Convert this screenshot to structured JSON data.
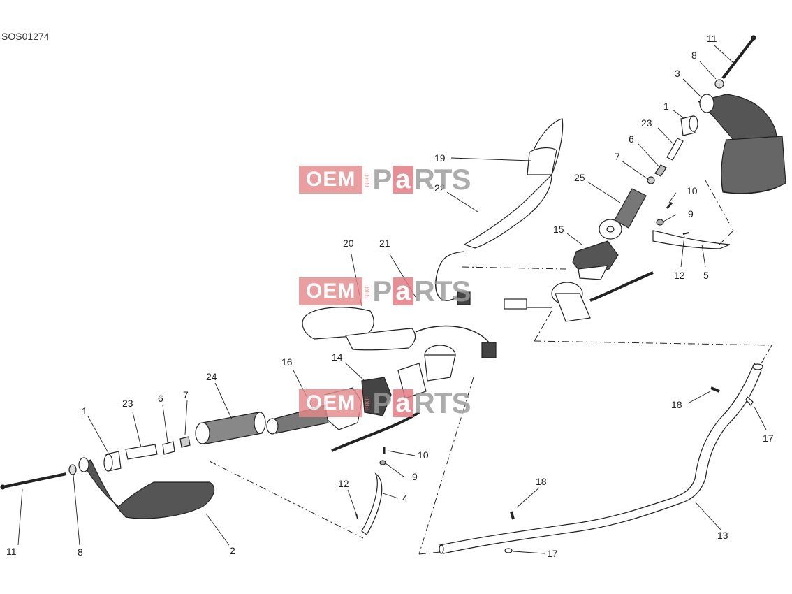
{
  "diagram": {
    "code": "SOS01274",
    "watermark": {
      "oem": "OEM",
      "bike": "BIKE",
      "p": "P",
      "a": "a",
      "rts": "RTS"
    },
    "labels": {
      "l11a": "11",
      "l8a": "8",
      "l3": "3",
      "l1a": "1",
      "l23a": "23",
      "l6a": "6",
      "l7a": "7",
      "l25": "25",
      "l10a": "10",
      "l9a": "9",
      "l12a": "12",
      "l5": "5",
      "l15": "15",
      "l19": "19",
      "l22": "22",
      "l20": "20",
      "l21": "21",
      "l14": "14",
      "l16": "16",
      "l24": "24",
      "l7b": "7",
      "l6b": "6",
      "l23b": "23",
      "l1b": "1",
      "l10b": "10",
      "l9b": "9",
      "l12b": "12",
      "l4": "4",
      "l11b": "11",
      "l8b": "8",
      "l2": "2",
      "l18a": "18",
      "l17a": "17",
      "l18b": "18",
      "l13": "13",
      "l17b": "17"
    }
  }
}
